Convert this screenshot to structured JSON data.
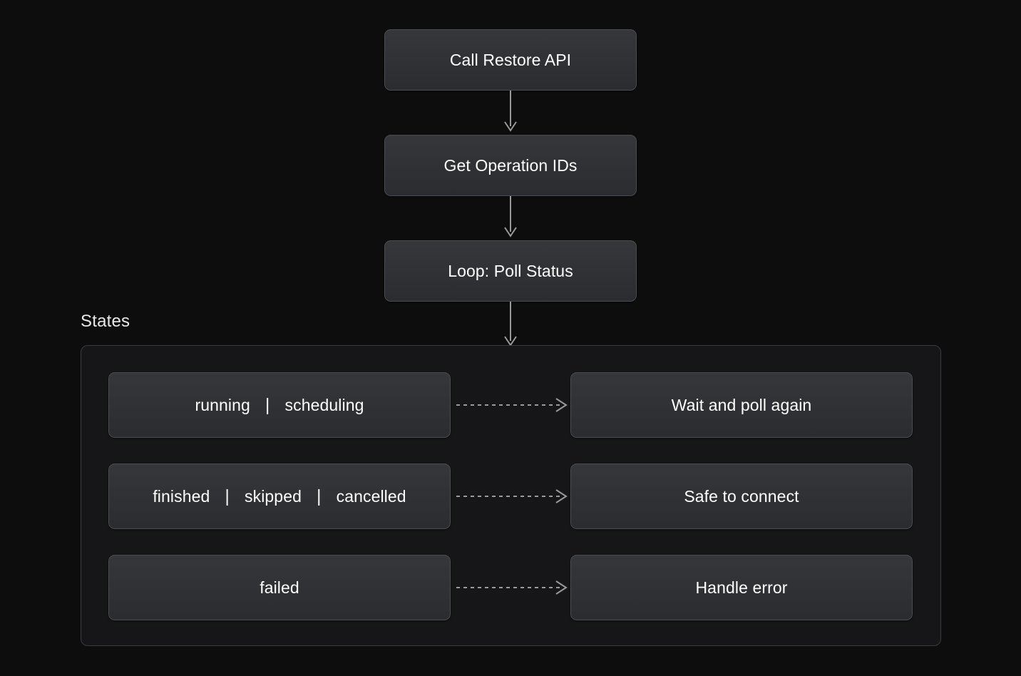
{
  "diagram": {
    "type": "flowchart",
    "direction": "top-down",
    "background_color": "#0d0d0d",
    "node_fill_color": "#303236",
    "node_border_color": "#4a4c50",
    "node_text_color": "#ffffff",
    "edge_color": "#9a9a9a",
    "subgraph_fill_color": "#161618",
    "subgraph_border_color": "#3a3c3f"
  },
  "flow": {
    "steps": [
      {
        "id": "call-restore-api",
        "label": "Call Restore API"
      },
      {
        "id": "get-operation-ids",
        "label": "Get Operation IDs"
      },
      {
        "id": "loop-poll-status",
        "label": "Loop: Poll Status"
      }
    ]
  },
  "subgraph": {
    "label": "States",
    "rows": [
      {
        "id": "running-scheduling",
        "tokens": [
          "running",
          "scheduling"
        ],
        "separator": "|",
        "outcome": "Wait and poll again",
        "outcome_id": "wait-and-poll-again",
        "edge_style": "dashed"
      },
      {
        "id": "finished-skipped-cancelled",
        "tokens": [
          "finished",
          "skipped",
          "cancelled"
        ],
        "separator": "|",
        "outcome": "Safe to connect",
        "outcome_id": "safe-to-connect",
        "edge_style": "dashed"
      },
      {
        "id": "failed",
        "tokens": [
          "failed"
        ],
        "separator": "|",
        "outcome": "Handle error",
        "outcome_id": "handle-error",
        "edge_style": "dashed"
      }
    ]
  },
  "edges": [
    {
      "from": "call-restore-api",
      "to": "get-operation-ids",
      "style": "solid"
    },
    {
      "from": "get-operation-ids",
      "to": "loop-poll-status",
      "style": "solid"
    },
    {
      "from": "loop-poll-status",
      "to": "states-subgraph",
      "style": "solid"
    }
  ]
}
